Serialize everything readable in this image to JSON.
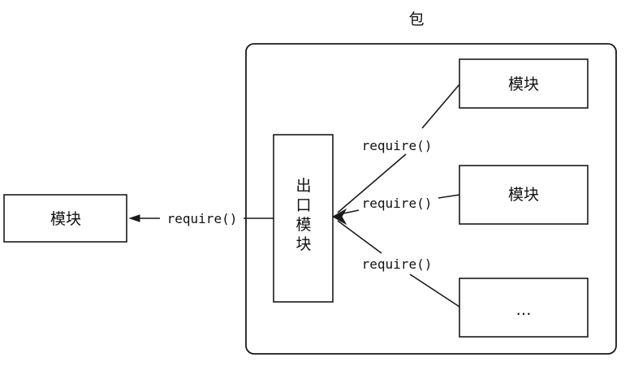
{
  "package": {
    "title": "包"
  },
  "external_module": {
    "label": "模块"
  },
  "exit_module": {
    "chars": [
      "出",
      "口",
      "模",
      "块"
    ]
  },
  "inner_modules": [
    {
      "label": "模块"
    },
    {
      "label": "模块"
    },
    {
      "label": "…"
    }
  ],
  "edges": {
    "export_label": "require()",
    "inner_labels": [
      "require()",
      "require()",
      "require()"
    ]
  },
  "colors": {
    "stroke": "#1a1a1a",
    "background": "#ffffff"
  }
}
